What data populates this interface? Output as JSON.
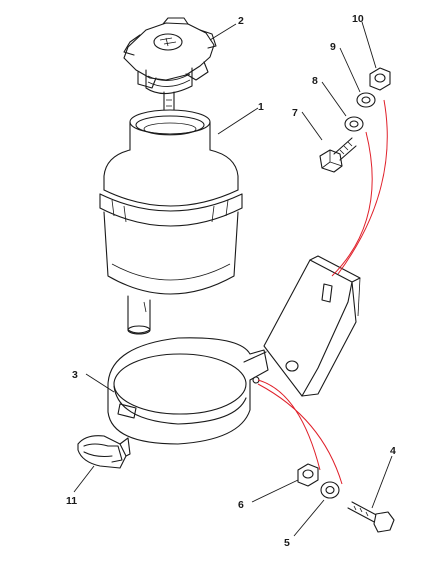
{
  "diagram": {
    "colors": {
      "ink": "#1a1a1a",
      "red_leader": "#e0202a",
      "background": "#ffffff"
    },
    "callouts": [
      {
        "id": "1",
        "label": "1"
      },
      {
        "id": "2",
        "label": "2"
      },
      {
        "id": "3",
        "label": "3"
      },
      {
        "id": "4",
        "label": "4"
      },
      {
        "id": "5",
        "label": "5"
      },
      {
        "id": "6",
        "label": "6"
      },
      {
        "id": "7",
        "label": "7"
      },
      {
        "id": "8",
        "label": "8"
      },
      {
        "id": "9",
        "label": "9"
      },
      {
        "id": "10",
        "label": "10"
      },
      {
        "id": "11",
        "label": "11"
      }
    ]
  }
}
